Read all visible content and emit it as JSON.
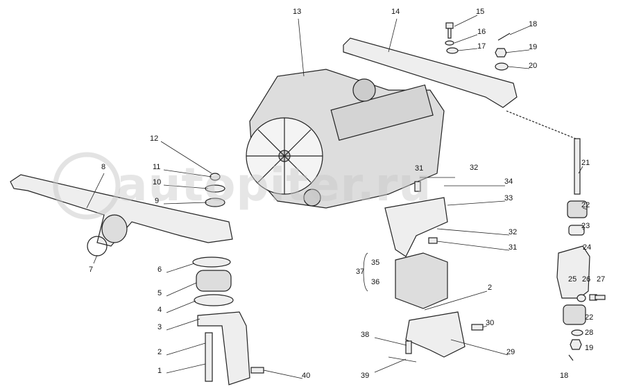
{
  "watermark": "autopiter.ru",
  "callouts": [
    "13",
    "14",
    "15",
    "16",
    "17",
    "18",
    "19",
    "20",
    "21",
    "22",
    "23",
    "24",
    "25",
    "26",
    "27",
    "22",
    "28",
    "19",
    "18",
    "12",
    "11",
    "10",
    "9",
    "8",
    "7",
    "6",
    "5",
    "4",
    "3",
    "2",
    "1",
    "40",
    "31",
    "32",
    "34",
    "33",
    "32",
    "31",
    "35",
    "37",
    "36",
    "2",
    "30",
    "29",
    "38",
    "39"
  ],
  "colors": {
    "line": "#222222",
    "fill": "#e8e8e8",
    "watermark": "#c8c8c8"
  }
}
